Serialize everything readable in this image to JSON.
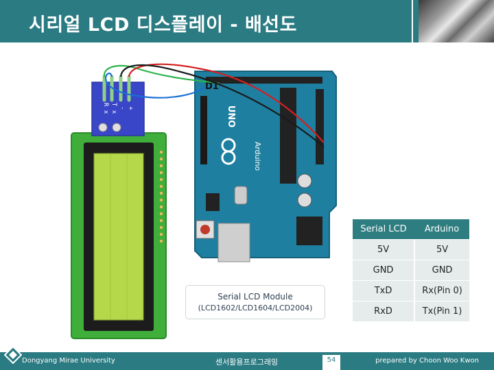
{
  "header": {
    "title": "시리얼 LCD 디스플레이 - 배선도"
  },
  "diagram": {
    "lcd_pins": [
      "R x",
      "T x",
      "-",
      "+"
    ],
    "arduino_brand": "Arduino",
    "arduino_model": "UNO",
    "label_d1": "D1"
  },
  "caption": {
    "line1": "Serial LCD Module",
    "line2": "(LCD1602/LCD1604/LCD2004)"
  },
  "table": {
    "headers": [
      "Serial LCD",
      "Arduino"
    ],
    "rows": [
      [
        "5V",
        "5V"
      ],
      [
        "GND",
        "GND"
      ],
      [
        "TxD",
        "Rx(Pin 0)"
      ],
      [
        "RxD",
        "Tx(Pin 1)"
      ]
    ]
  },
  "footer": {
    "left": "Dongyang Mirae University",
    "center": "센서활용프로그래밍",
    "page": "54",
    "right": "prepared by Choon Woo Kwon"
  },
  "colors": {
    "teal": "#2b7b82",
    "table_header": "#2e7d81",
    "table_row": "#e6ecec",
    "arduino_board": "#1f7fa0",
    "lcd_board": "#3fae3a",
    "lcd_screen": "#b5d84a"
  }
}
